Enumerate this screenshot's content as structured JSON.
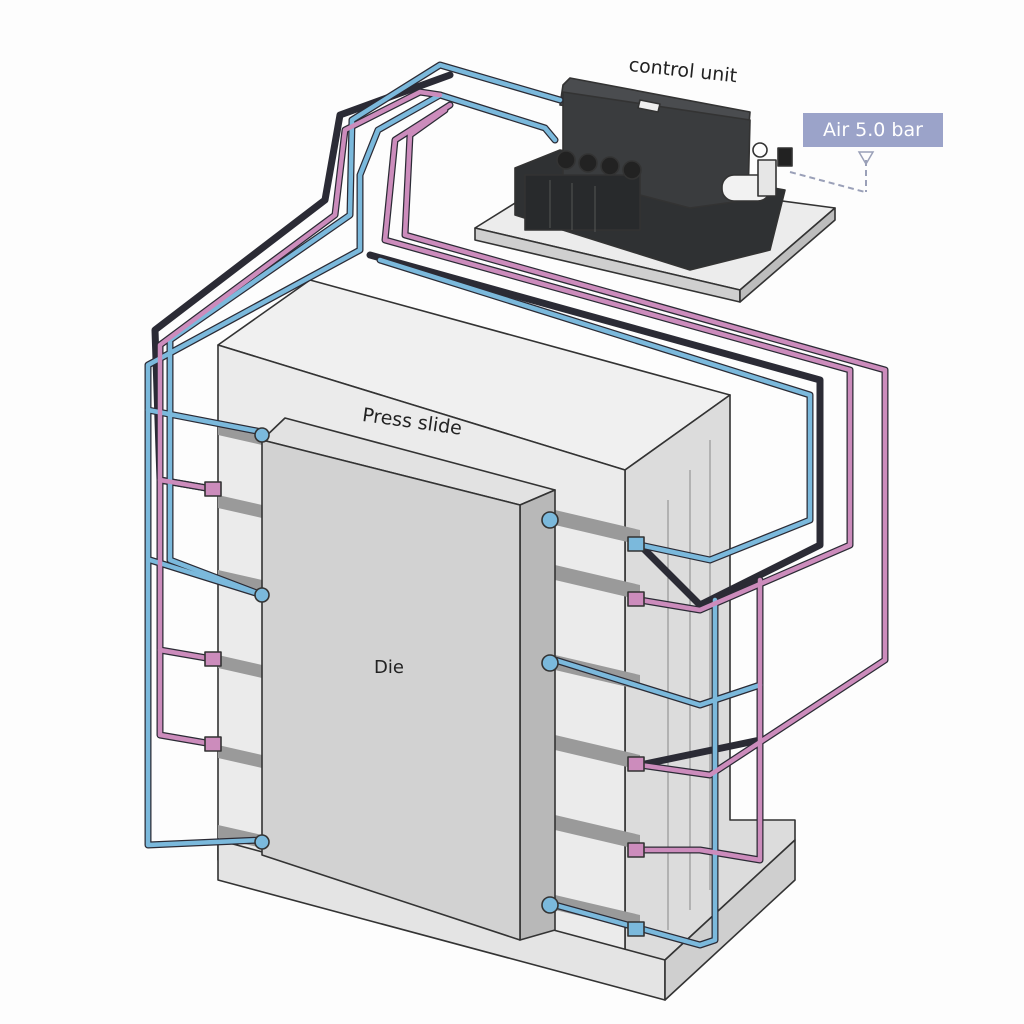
{
  "labels": {
    "control_unit": "control unit",
    "air_supply": "Air 5.0 bar",
    "press_slide": "Press slide",
    "die": "Die"
  },
  "colors": {
    "supply_line": "#7bb9dc",
    "return_line": "#cc8cbc",
    "control_unit_body": "#3a3c3e",
    "air_tag": "#9ba3c9",
    "press_body": "#e8e8e8",
    "die_body": "#d2d2d2"
  }
}
